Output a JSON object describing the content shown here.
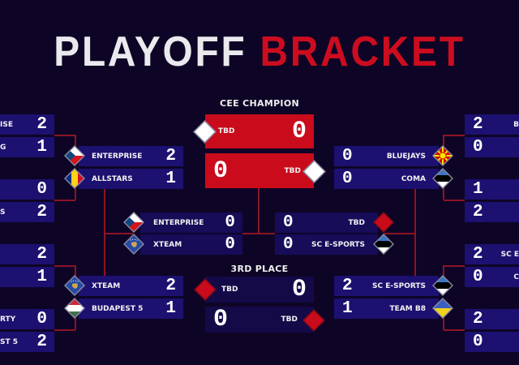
{
  "title": {
    "white": "PLAYOFF",
    "red": "BRACKET"
  },
  "labels": {
    "champion": "CEE CHAMPION",
    "third": "3RD PLACE"
  },
  "colors": {
    "background": "#0e0526",
    "box": "#1c1070",
    "accent": "#cc0d1f",
    "connector": "#8c1426"
  },
  "left_r1": [
    {
      "name": "ISE",
      "score": "2"
    },
    {
      "name": "G",
      "score": "1"
    },
    {
      "name": "",
      "score": "0"
    },
    {
      "name": "S",
      "score": "2"
    },
    {
      "name": "",
      "score": "2"
    },
    {
      "name": "",
      "score": "1"
    },
    {
      "name": "RTY",
      "score": "0"
    },
    {
      "name": "ST 5",
      "score": "2"
    }
  ],
  "left_r2": [
    {
      "name": "ENTERPRISE",
      "score": "2",
      "flag": "czech-flag"
    },
    {
      "name": "ALLSTARS",
      "score": "1",
      "flag": "romania-flag"
    },
    {
      "name": "XTEAM",
      "score": "2",
      "flag": "kosovo-flag"
    },
    {
      "name": "BUDAPEST 5",
      "score": "1",
      "flag": "hungary-flag"
    }
  ],
  "left_sf": [
    {
      "name": "ENTERPRISE",
      "score": "0",
      "flag": "czech-flag"
    },
    {
      "name": "XTEAM",
      "score": "0",
      "flag": "kosovo-flag"
    }
  ],
  "champion": [
    {
      "name": "TBD",
      "score": "0",
      "flag": "tbd-white"
    },
    {
      "name": "TBD",
      "score": "0",
      "flag": "tbd-white"
    }
  ],
  "third": [
    {
      "name": "TBD",
      "score": "0",
      "flag": "tbd-red"
    },
    {
      "name": "TBD",
      "score": "0",
      "flag": "tbd-red"
    }
  ],
  "right_sf": [
    {
      "name": "TBD",
      "score": "0",
      "flag": "tbd-red"
    },
    {
      "name": "SC E-SPORTS",
      "score": "0",
      "flag": "estonia-flag"
    }
  ],
  "right_r2": [
    {
      "name": "BLUEJAYS",
      "score": "0",
      "flag": "macedonia-flag"
    },
    {
      "name": "COMA",
      "score": "0",
      "flag": "estonia-flag"
    },
    {
      "name": "SC E-SPORTS",
      "score": "2",
      "flag": "estonia-flag"
    },
    {
      "name": "TEAM B8",
      "score": "1",
      "flag": "ukraine-flag"
    }
  ],
  "right_r1": [
    {
      "name": "B",
      "score": "2"
    },
    {
      "name": "",
      "score": "0"
    },
    {
      "name": "",
      "score": "1"
    },
    {
      "name": "",
      "score": "2"
    },
    {
      "name": "SC E",
      "score": "2"
    },
    {
      "name": "C",
      "score": "0"
    },
    {
      "name": "",
      "score": "2"
    },
    {
      "name": "",
      "score": "0"
    }
  ]
}
